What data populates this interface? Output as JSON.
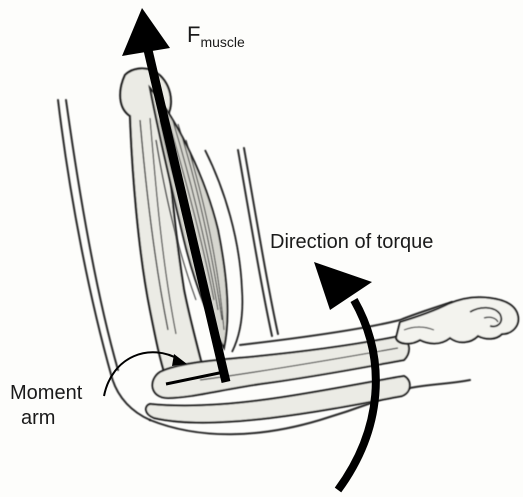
{
  "labels": {
    "force_main": "F",
    "force_sub": "muscle",
    "torque": "Direction of torque",
    "moment_line1": "Moment",
    "moment_line2": "arm"
  },
  "colors": {
    "ink": "#1a1a1a",
    "bone_fill": "#ebebe5",
    "background": "#fdfdfb"
  }
}
